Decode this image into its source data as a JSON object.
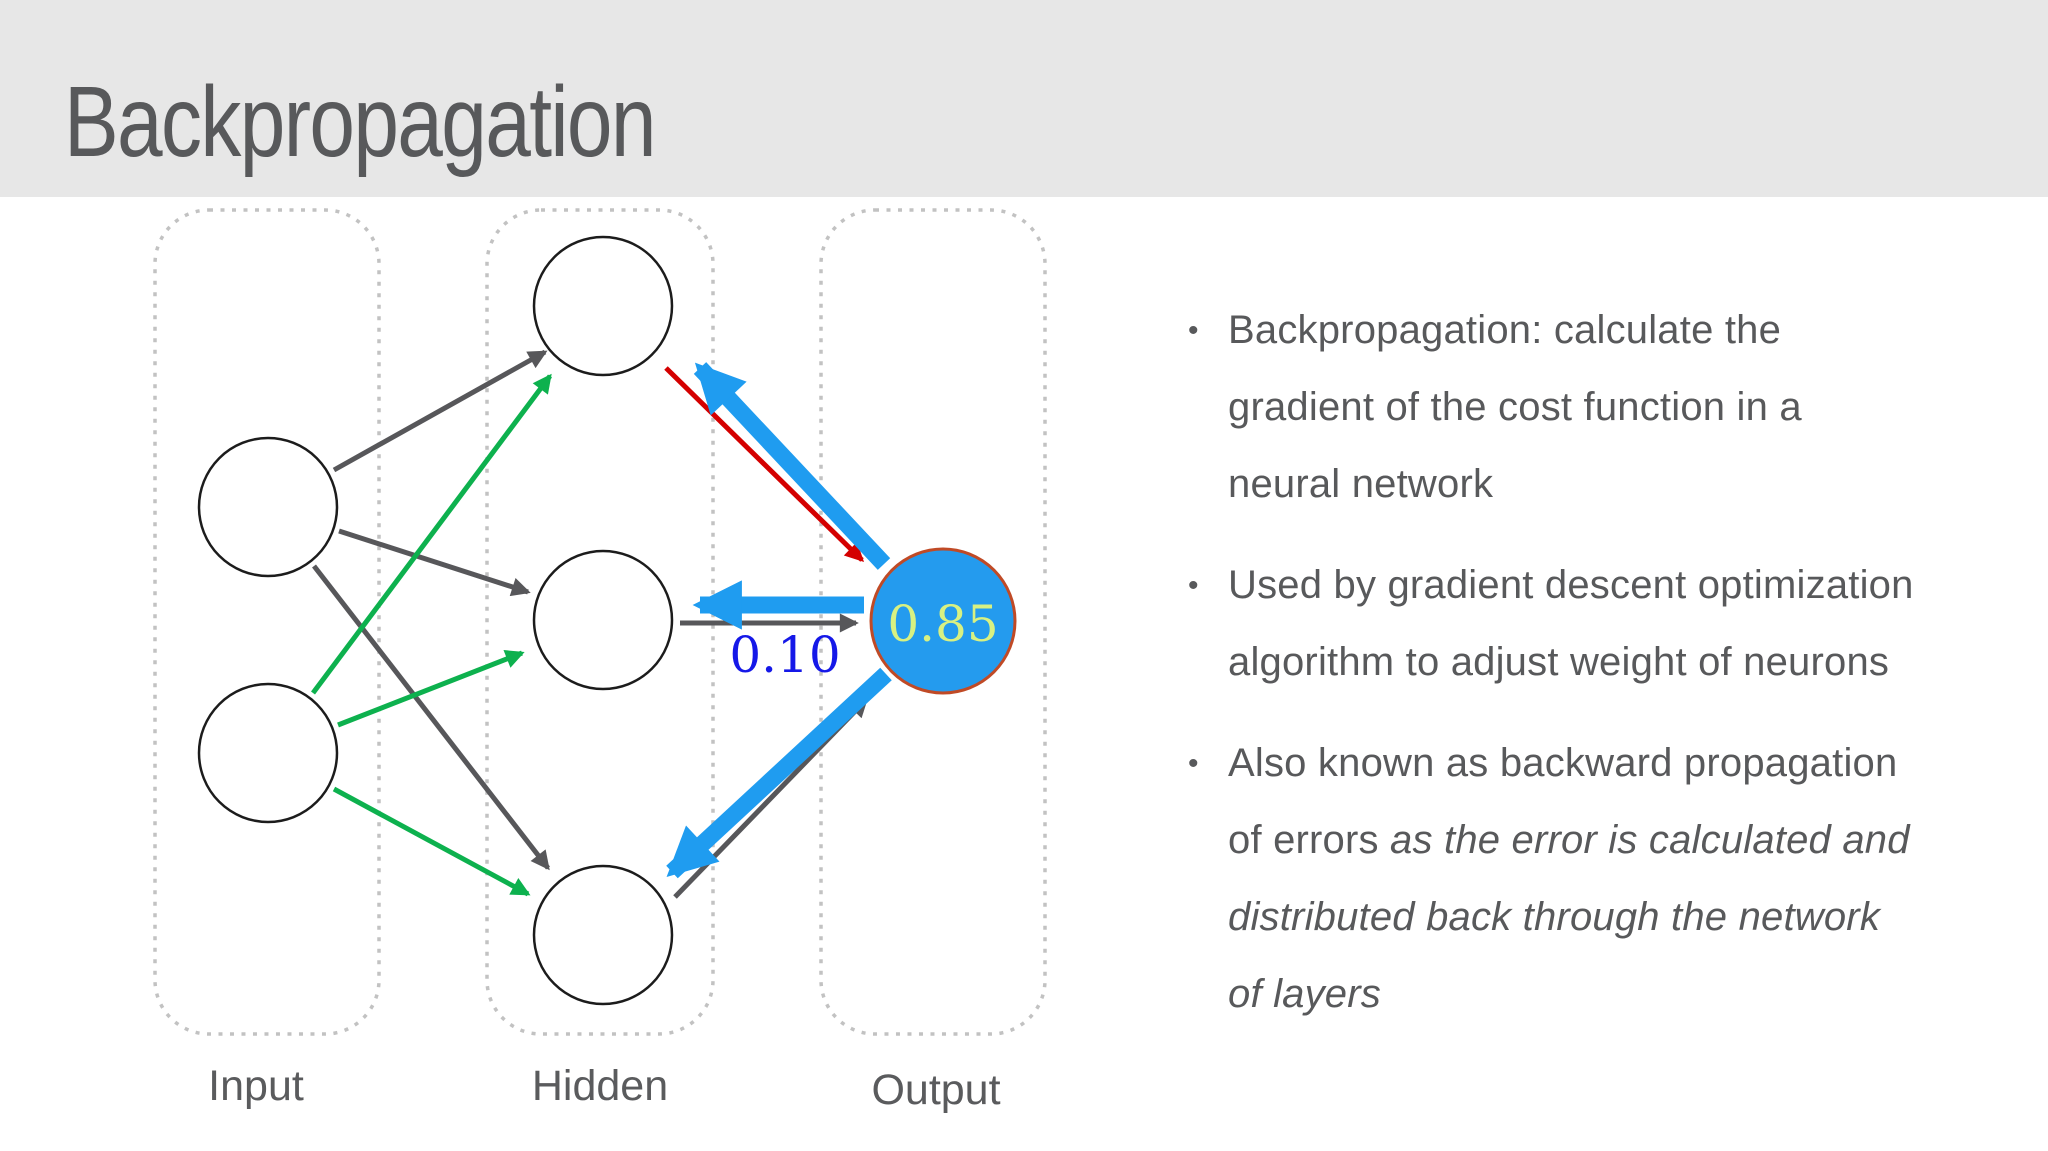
{
  "slide": {
    "title": "Backpropagation"
  },
  "layers": {
    "input_label": "Input",
    "hidden_label": "Hidden",
    "output_label": "Output"
  },
  "diagram": {
    "output_node_value": "0.85",
    "weight_label": "0.10",
    "structure": {
      "input_nodes": 2,
      "hidden_nodes": 3,
      "output_nodes": 1
    },
    "edges": [
      {
        "from": "input-1",
        "to": "hidden-1",
        "type": "forward",
        "color_key": "forward_edge"
      },
      {
        "from": "input-1",
        "to": "hidden-2",
        "type": "forward",
        "color_key": "forward_edge"
      },
      {
        "from": "input-1",
        "to": "hidden-3",
        "type": "forward",
        "color_key": "forward_edge"
      },
      {
        "from": "input-2",
        "to": "hidden-1",
        "type": "forward",
        "color_key": "input2_edge"
      },
      {
        "from": "input-2",
        "to": "hidden-2",
        "type": "forward",
        "color_key": "input2_edge"
      },
      {
        "from": "input-2",
        "to": "hidden-3",
        "type": "forward",
        "color_key": "input2_edge"
      },
      {
        "from": "hidden-2",
        "to": "output-1",
        "type": "forward",
        "color_key": "forward_edge"
      },
      {
        "from": "hidden-3",
        "to": "output-1",
        "type": "forward",
        "color_key": "forward_edge"
      },
      {
        "from": "hidden-1",
        "to": "output-1",
        "type": "error",
        "color_key": "error_edge"
      },
      {
        "from": "output-1",
        "to": "hidden-1",
        "type": "backprop",
        "color_key": "backprop_edge"
      },
      {
        "from": "output-1",
        "to": "hidden-2",
        "type": "backprop",
        "color_key": "backprop_edge"
      },
      {
        "from": "output-1",
        "to": "hidden-3",
        "type": "backprop",
        "color_key": "backprop_edge"
      }
    ],
    "colors": {
      "node_fill": "#249bee",
      "node_border": "#c04a26",
      "output_value_text": "#d8f182",
      "weight_text": "#1518e8",
      "forward_edge": "#57575a",
      "input2_edge": "#0db14e",
      "error_edge": "#d40000",
      "backprop_edge": "#1f9cf0",
      "box_border": "#c2c2c2",
      "header_bg": "#e7e7e7"
    }
  },
  "bullets": {
    "marker": "•",
    "items": [
      {
        "text": "Backpropagation: calculate the\ngradient of the cost function in a\nneural network"
      },
      {
        "text": "Used by gradient descent optimization\nalgorithm to adjust weight of neurons"
      },
      {
        "text": "Also known as backward propagation\nof errors ",
        "italic_text": "as the error is calculated and\ndistributed back through the network\nof layers"
      }
    ]
  }
}
